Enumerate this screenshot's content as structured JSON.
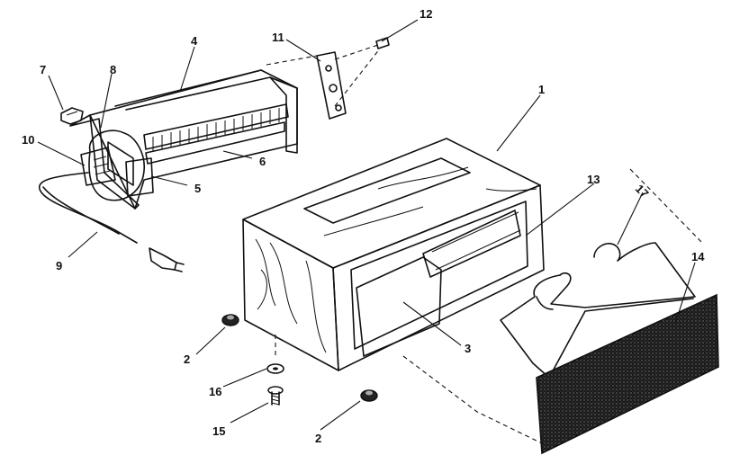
{
  "diagram": {
    "callouts": [
      {
        "id": "callout-1",
        "label": "1"
      },
      {
        "id": "callout-2a",
        "label": "2"
      },
      {
        "id": "callout-2b",
        "label": "2"
      },
      {
        "id": "callout-3",
        "label": "3"
      },
      {
        "id": "callout-4",
        "label": "4"
      },
      {
        "id": "callout-5",
        "label": "5"
      },
      {
        "id": "callout-6",
        "label": "6"
      },
      {
        "id": "callout-7",
        "label": "7"
      },
      {
        "id": "callout-8",
        "label": "8"
      },
      {
        "id": "callout-9",
        "label": "9"
      },
      {
        "id": "callout-10",
        "label": "10"
      },
      {
        "id": "callout-11",
        "label": "11"
      },
      {
        "id": "callout-12",
        "label": "12"
      },
      {
        "id": "callout-13",
        "label": "13"
      },
      {
        "id": "callout-14",
        "label": "14"
      },
      {
        "id": "callout-15",
        "label": "15"
      },
      {
        "id": "callout-16",
        "label": "16"
      },
      {
        "id": "callout-17",
        "label": "17"
      }
    ]
  }
}
